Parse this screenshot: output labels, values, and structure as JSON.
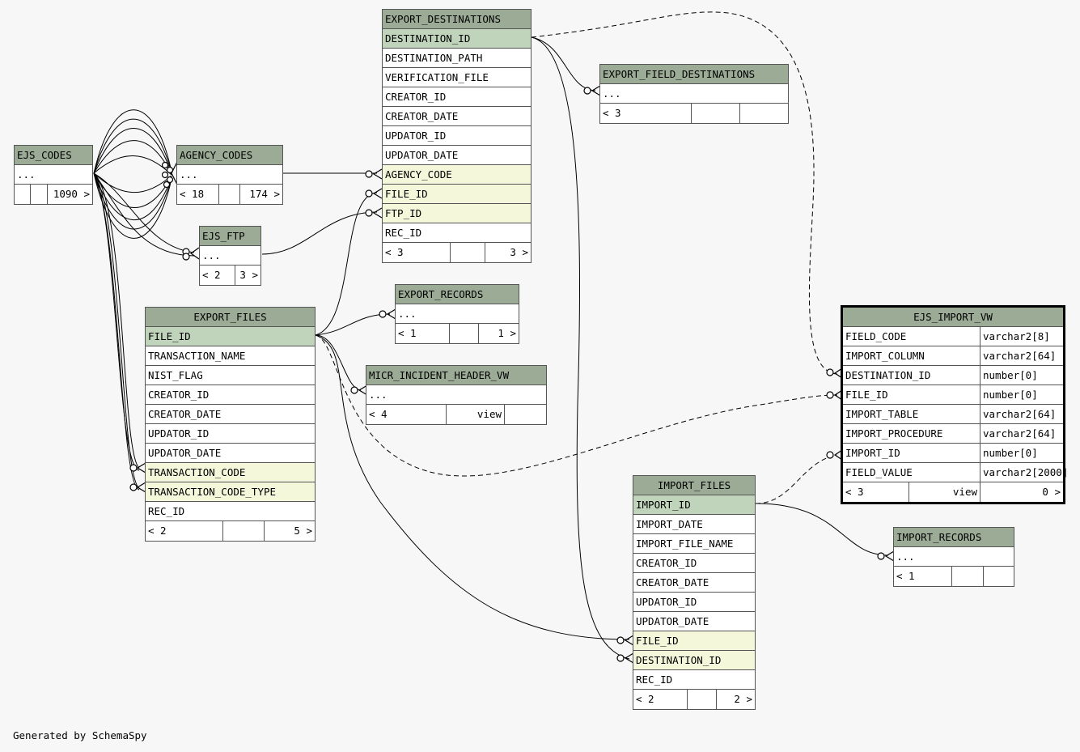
{
  "tables": {
    "export_destinations": {
      "name": "EXPORT_DESTINATIONS",
      "columns": [
        "DESTINATION_ID",
        "DESTINATION_PATH",
        "VERIFICATION_FILE",
        "CREATOR_ID",
        "CREATOR_DATE",
        "UPDATOR_ID",
        "UPDATOR_DATE",
        "AGENCY_CODE",
        "FILE_ID",
        "FTP_ID",
        "REC_ID"
      ],
      "footer": [
        "< 3",
        "",
        "3 >"
      ]
    },
    "export_field_destinations": {
      "name": "EXPORT_FIELD_DESTINATIONS",
      "body": "...",
      "footer": [
        "< 3",
        "",
        ""
      ]
    },
    "ejs_codes": {
      "name": "EJS_CODES",
      "body": "...",
      "footer": [
        "",
        "",
        "1090 >"
      ]
    },
    "agency_codes": {
      "name": "AGENCY_CODES",
      "body": "...",
      "footer": [
        "< 18",
        "",
        "174 >"
      ]
    },
    "ejs_ftp": {
      "name": "EJS_FTP",
      "body": "...",
      "footer": [
        "< 2",
        "3 >"
      ]
    },
    "export_records": {
      "name": "EXPORT_RECORDS",
      "body": "...",
      "footer": [
        "< 1",
        "",
        "1 >"
      ]
    },
    "micr_incident_header_vw": {
      "name": "MICR_INCIDENT_HEADER_VW",
      "body": "...",
      "footer": [
        "< 4",
        "view",
        ""
      ]
    },
    "export_files": {
      "name": "EXPORT_FILES",
      "columns": [
        "FILE_ID",
        "TRANSACTION_NAME",
        "NIST_FLAG",
        "CREATOR_ID",
        "CREATOR_DATE",
        "UPDATOR_ID",
        "UPDATOR_DATE",
        "TRANSACTION_CODE",
        "TRANSACTION_CODE_TYPE",
        "REC_ID"
      ],
      "footer": [
        "< 2",
        "",
        "5 >"
      ]
    },
    "ejs_import_vw": {
      "name": "EJS_IMPORT_VW",
      "columns": [
        {
          "name": "FIELD_CODE",
          "type": "varchar2[8]"
        },
        {
          "name": "IMPORT_COLUMN",
          "type": "varchar2[64]"
        },
        {
          "name": "DESTINATION_ID",
          "type": "number[0]"
        },
        {
          "name": "FILE_ID",
          "type": "number[0]"
        },
        {
          "name": "IMPORT_TABLE",
          "type": "varchar2[64]"
        },
        {
          "name": "IMPORT_PROCEDURE",
          "type": "varchar2[64]"
        },
        {
          "name": "IMPORT_ID",
          "type": "number[0]"
        },
        {
          "name": "FIELD_VALUE",
          "type": "varchar2[2000]"
        }
      ],
      "footer": [
        "< 3",
        "view",
        "0 >"
      ]
    },
    "import_files": {
      "name": "IMPORT_FILES",
      "columns": [
        "IMPORT_ID",
        "IMPORT_DATE",
        "IMPORT_FILE_NAME",
        "CREATOR_ID",
        "CREATOR_DATE",
        "UPDATOR_ID",
        "UPDATOR_DATE",
        "FILE_ID",
        "DESTINATION_ID",
        "REC_ID"
      ],
      "footer": [
        "< 2",
        "",
        "2 >"
      ]
    },
    "import_records": {
      "name": "IMPORT_RECORDS",
      "body": "...",
      "footer": [
        "< 1",
        "",
        ""
      ]
    }
  },
  "footer_text": "Generated by SchemaSpy",
  "colors": {
    "header": "#9bab96",
    "primary_key": "#bfd4bb",
    "foreign_key": "#f4f7da",
    "background": "#f7f7f7"
  }
}
